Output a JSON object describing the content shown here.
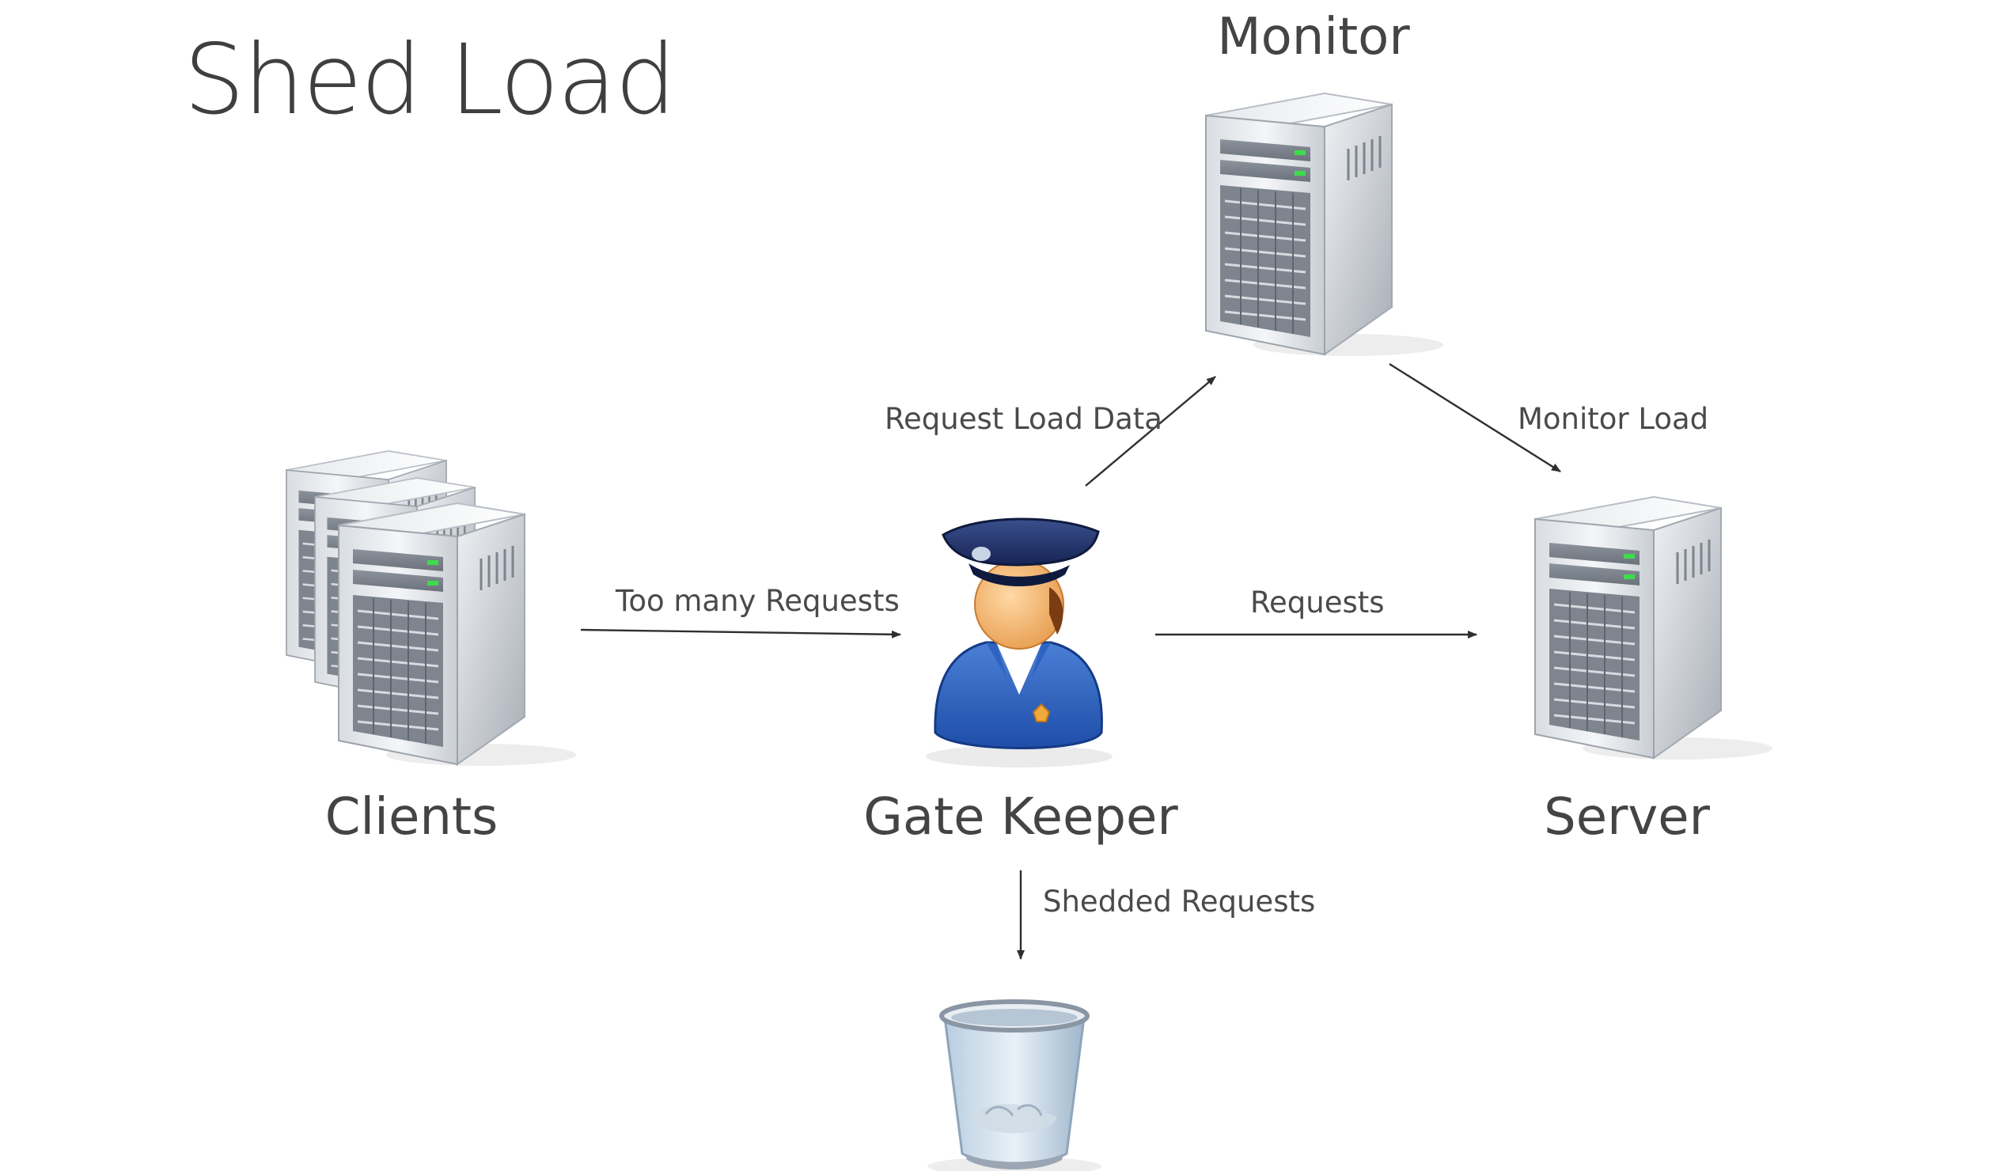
{
  "title": "Shed Load",
  "nodes": {
    "monitor": "Monitor",
    "clients": "Clients",
    "gatekeeper": "Gate Keeper",
    "server": "Server"
  },
  "edges": {
    "too_many_requests": "Too many Requests",
    "requests": "Requests",
    "request_load_data": "Request Load Data",
    "monitor_load": "Monitor Load",
    "shedded_requests": "Shedded Requests"
  },
  "icons": {
    "monitor": "server-tower-icon",
    "clients": "server-stack-icon",
    "gatekeeper": "police-officer-icon",
    "server": "server-tower-icon",
    "trash": "recycle-bin-icon"
  }
}
